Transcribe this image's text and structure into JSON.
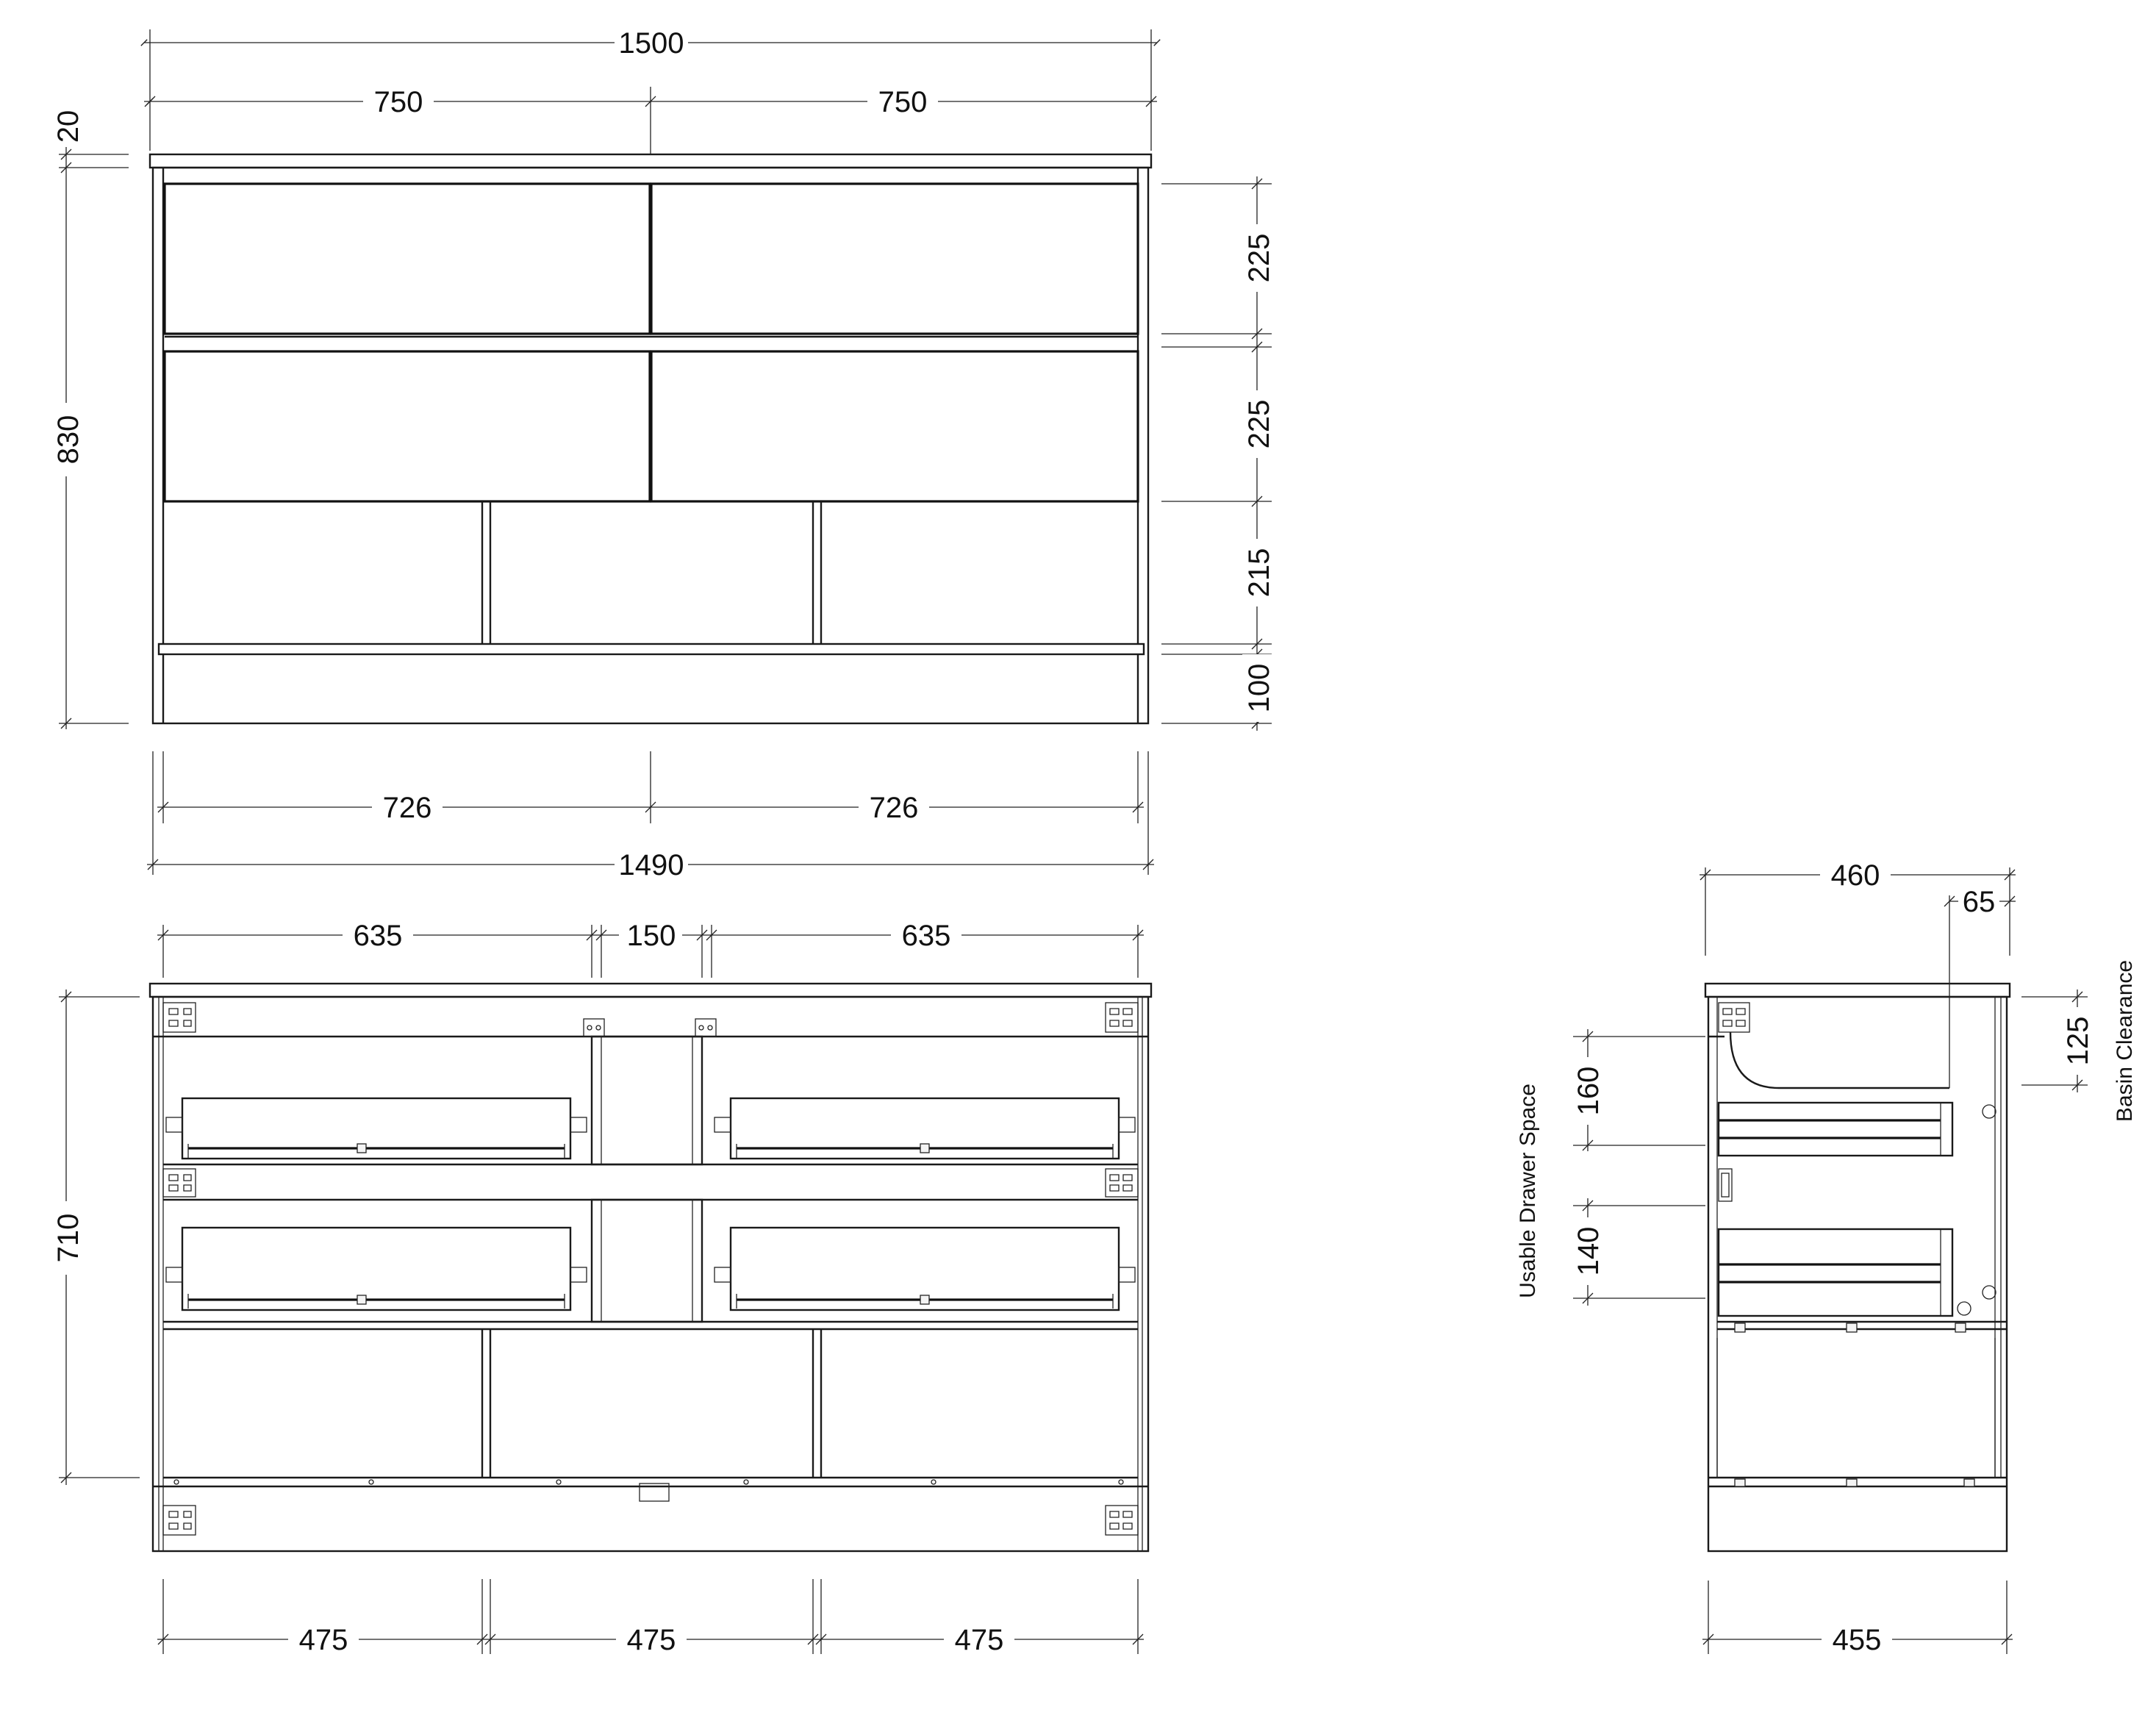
{
  "front_view": {
    "width_total": "1500",
    "width_left": "750",
    "width_right": "750",
    "top_thickness": "20",
    "height_total": "830",
    "drawer_height_1": "225",
    "drawer_height_2": "225",
    "shelf_height": "215",
    "plinth_height": "100",
    "carcass_left": "726",
    "carcass_right": "726",
    "carcass_total": "1490"
  },
  "internal_view": {
    "drawer_width_left": "635",
    "gap_width": "150",
    "drawer_width_right": "635",
    "height_internal": "710",
    "compartment_1": "475",
    "compartment_2": "475",
    "compartment_3": "475"
  },
  "side_view": {
    "depth_top": "460",
    "basin_offset": "65",
    "basin_clearance_value": "125",
    "basin_clearance_label": "Basin Clearance",
    "usable_space_label": "Usable Drawer Space",
    "drawer_space_1": "160",
    "drawer_space_2": "140",
    "depth_bottom": "455"
  }
}
